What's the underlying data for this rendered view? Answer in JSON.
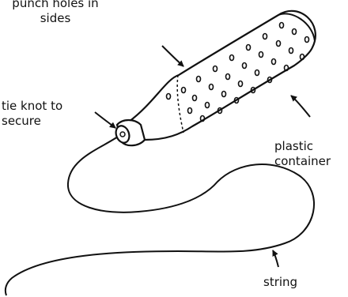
{
  "labels": {
    "punch_holes": {
      "line1": "punch holes in",
      "line2": "sides"
    },
    "tie_knot": {
      "line1": "tie knot to",
      "line2": "secure"
    },
    "plastic_container": {
      "line1": "plastic",
      "line2": "container"
    },
    "string": "string"
  },
  "colors": {
    "ink": "#111111",
    "background": "#ffffff"
  }
}
